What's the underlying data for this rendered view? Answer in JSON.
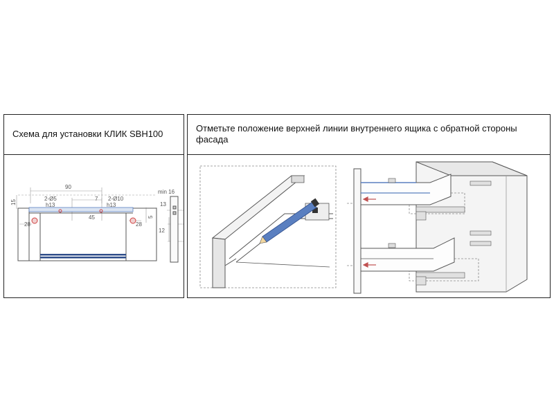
{
  "left_panel": {
    "title": "Схема для установки КЛИК SBH100",
    "dims": {
      "top_width": "90",
      "hole_small": "2-Ø5",
      "hole_small_depth": "h13",
      "offset_7": "7",
      "hole_large": "2-Ø10",
      "hole_large_depth": "h13",
      "inner_45": "45",
      "height_15": "15",
      "left_28": "28",
      "right_28": "28",
      "right_5": "5",
      "min_label": "min 16",
      "side_13": "13",
      "side_12": "12"
    }
  },
  "right_panel": {
    "title": "Отметьте положение верхней линии внутреннего ящика с обратной стороны фасада"
  },
  "colors": {
    "frame": "#222222",
    "line": "#555555",
    "dim": "#888888",
    "hole": "#d04040",
    "blue": "#5a7fc0",
    "arrow": "#c05050"
  }
}
